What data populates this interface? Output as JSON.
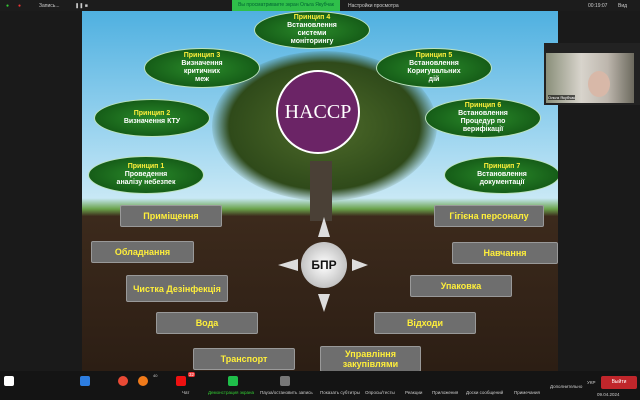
{
  "topbar": {
    "recording": "Запись...",
    "viewing": "Вы просматриваете экран Ольга Якубчак",
    "view_options": "Настройки просмотра",
    "timer": "00:19:07",
    "view": "Вид"
  },
  "slide": {
    "logo": "HACCP",
    "principles": [
      {
        "h": "Принцип 1",
        "t": "Проведення аналізу небезпек"
      },
      {
        "h": "Принцип 2",
        "t": "Визначення КТУ"
      },
      {
        "h": "Принцип 3",
        "t": "Визначення критичних меж"
      },
      {
        "h": "Принцип 4",
        "t": "Встановлення системи моніторингу"
      },
      {
        "h": "Принцип 5",
        "t": "Встановлення Коригувальних дій"
      },
      {
        "h": "Принцип 6",
        "t": "Встановлення Процедур по верифікації"
      },
      {
        "h": "Принцип 7",
        "t": "Встановлення документації"
      }
    ],
    "center": "БПР",
    "prereqs": [
      "Приміщення",
      "Обладнання",
      "Чистка Дезінфекція",
      "Вода",
      "Транспорт",
      "Управління закупівлями",
      "Відходи",
      "Упаковка",
      "Навчання",
      "Гігієна персоналу"
    ]
  },
  "video": {
    "name": "Ольга Якубчак"
  },
  "toolbar": {
    "items": [
      "Чат",
      "Демонстрация экрана",
      "Пауза/остановить запись",
      "Показать субтитры",
      "Опросы/тесты",
      "Реакции",
      "Приложения",
      "Доски сообщений",
      "Примечания",
      "Дополнительно"
    ],
    "leave": "Выйти",
    "chat_badge": "32",
    "participants": "40",
    "date": "09.04.2024",
    "lang": "УКР"
  }
}
